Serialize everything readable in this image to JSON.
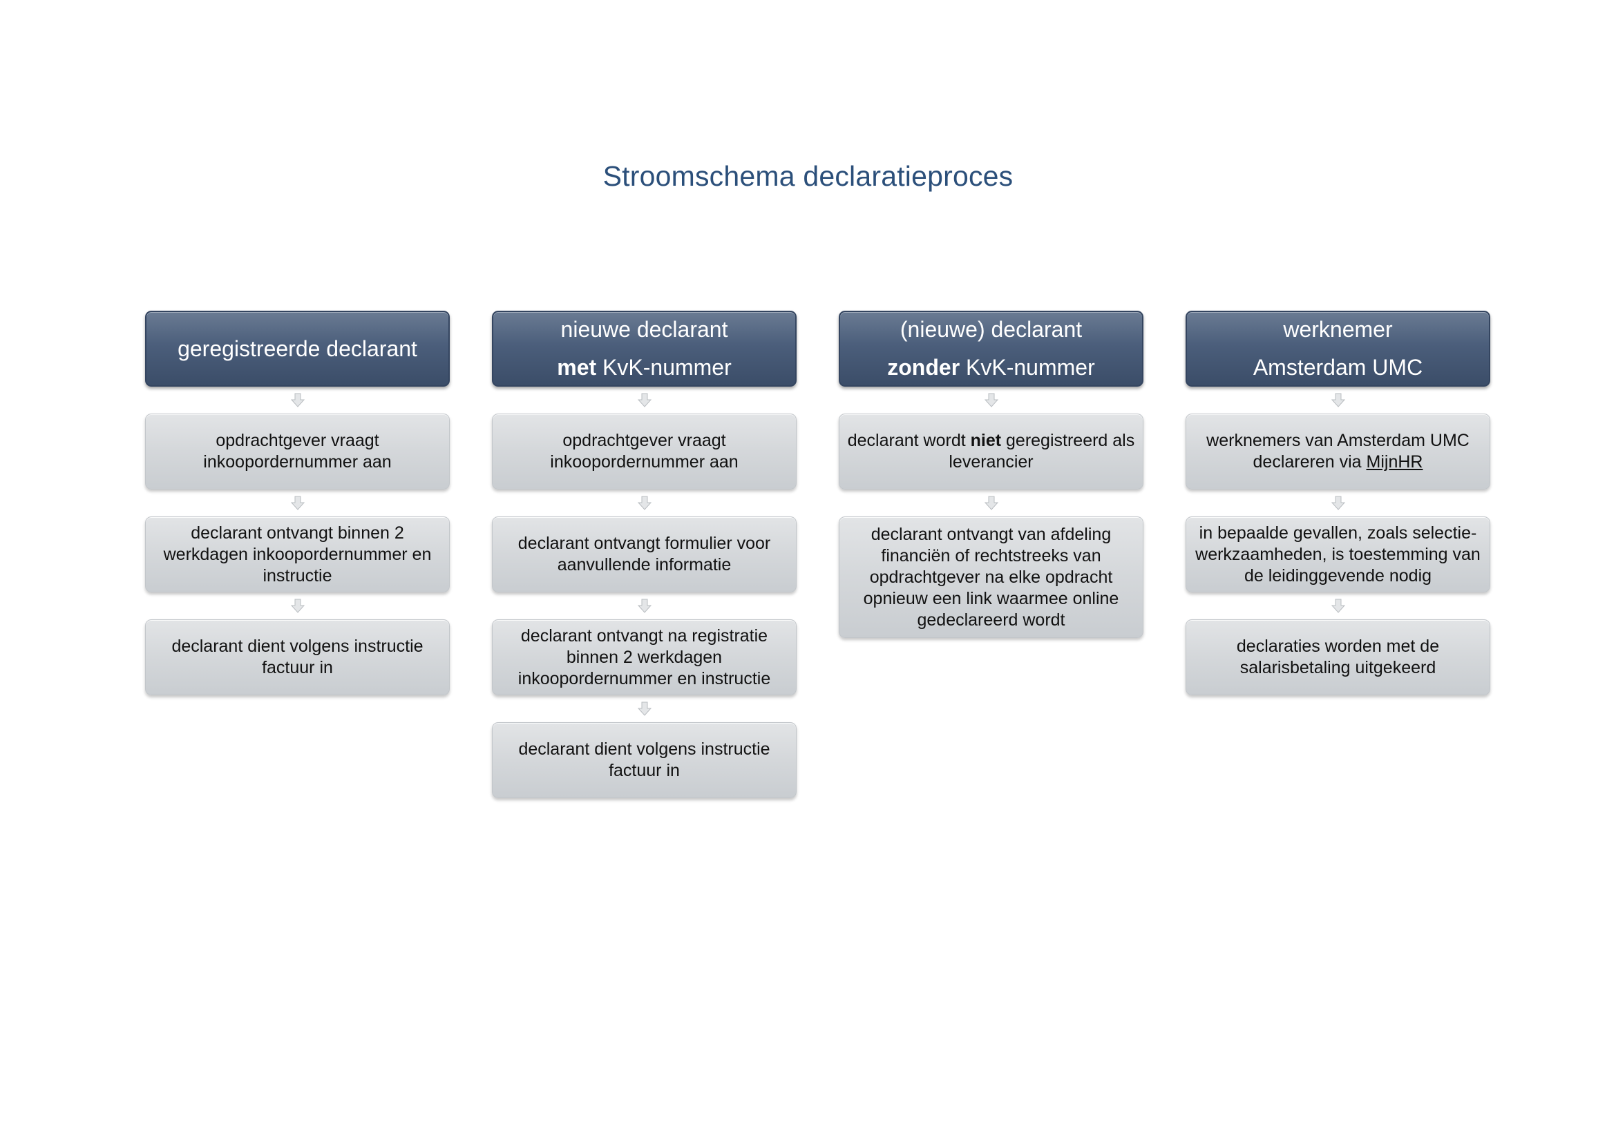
{
  "title": "Stroomschema declaratieproces",
  "columns": [
    {
      "header": {
        "line1": "geregistreerde declarant",
        "line2": ""
      },
      "steps": [
        "opdrachtgever vraagt inkoopordernummer aan",
        "declarant ontvangt binnen 2 werkdagen inkoopordernummer en instructie",
        "declarant dient volgens instructie factuur in"
      ]
    },
    {
      "header": {
        "line1": "nieuwe declarant",
        "line2_bold": "met",
        "line2_rest": " KvK-nummer"
      },
      "steps": [
        "opdrachtgever vraagt inkoopordernummer aan",
        "declarant ontvangt formulier voor aanvullende informatie",
        "declarant ontvangt na registratie binnen 2 werkdagen inkoopordernummer en instructie",
        "declarant dient volgens instructie factuur in"
      ]
    },
    {
      "header": {
        "line1": "(nieuwe) declarant",
        "line2_bold": "zonder",
        "line2_rest": " KvK-nummer"
      },
      "steps": [
        {
          "pre": "declarant wordt ",
          "bold": "niet",
          "post": " geregistreerd als leverancier"
        },
        "declarant ontvangt van afdeling financiën of rechtstreeks van opdrachtgever na elke opdracht opnieuw een link waarmee online gedeclareerd wordt"
      ]
    },
    {
      "header": {
        "line1": "werknemer",
        "line2": "Amsterdam UMC"
      },
      "steps": [
        {
          "pre": "werknemers van Amsterdam UMC declareren via ",
          "link": "MijnHR"
        },
        "in bepaalde gevallen, zoals selectie-werkzaamheden, is toestemming van de leidinggevende nodig",
        "declaraties worden met de salarisbetaling uitgekeerd"
      ]
    }
  ],
  "icons": {
    "connector": "down-arrow-icon"
  },
  "colors": {
    "title": "#2b4f7a",
    "header_fill": "#4b5e7b",
    "step_fill": "#d4d7da"
  }
}
